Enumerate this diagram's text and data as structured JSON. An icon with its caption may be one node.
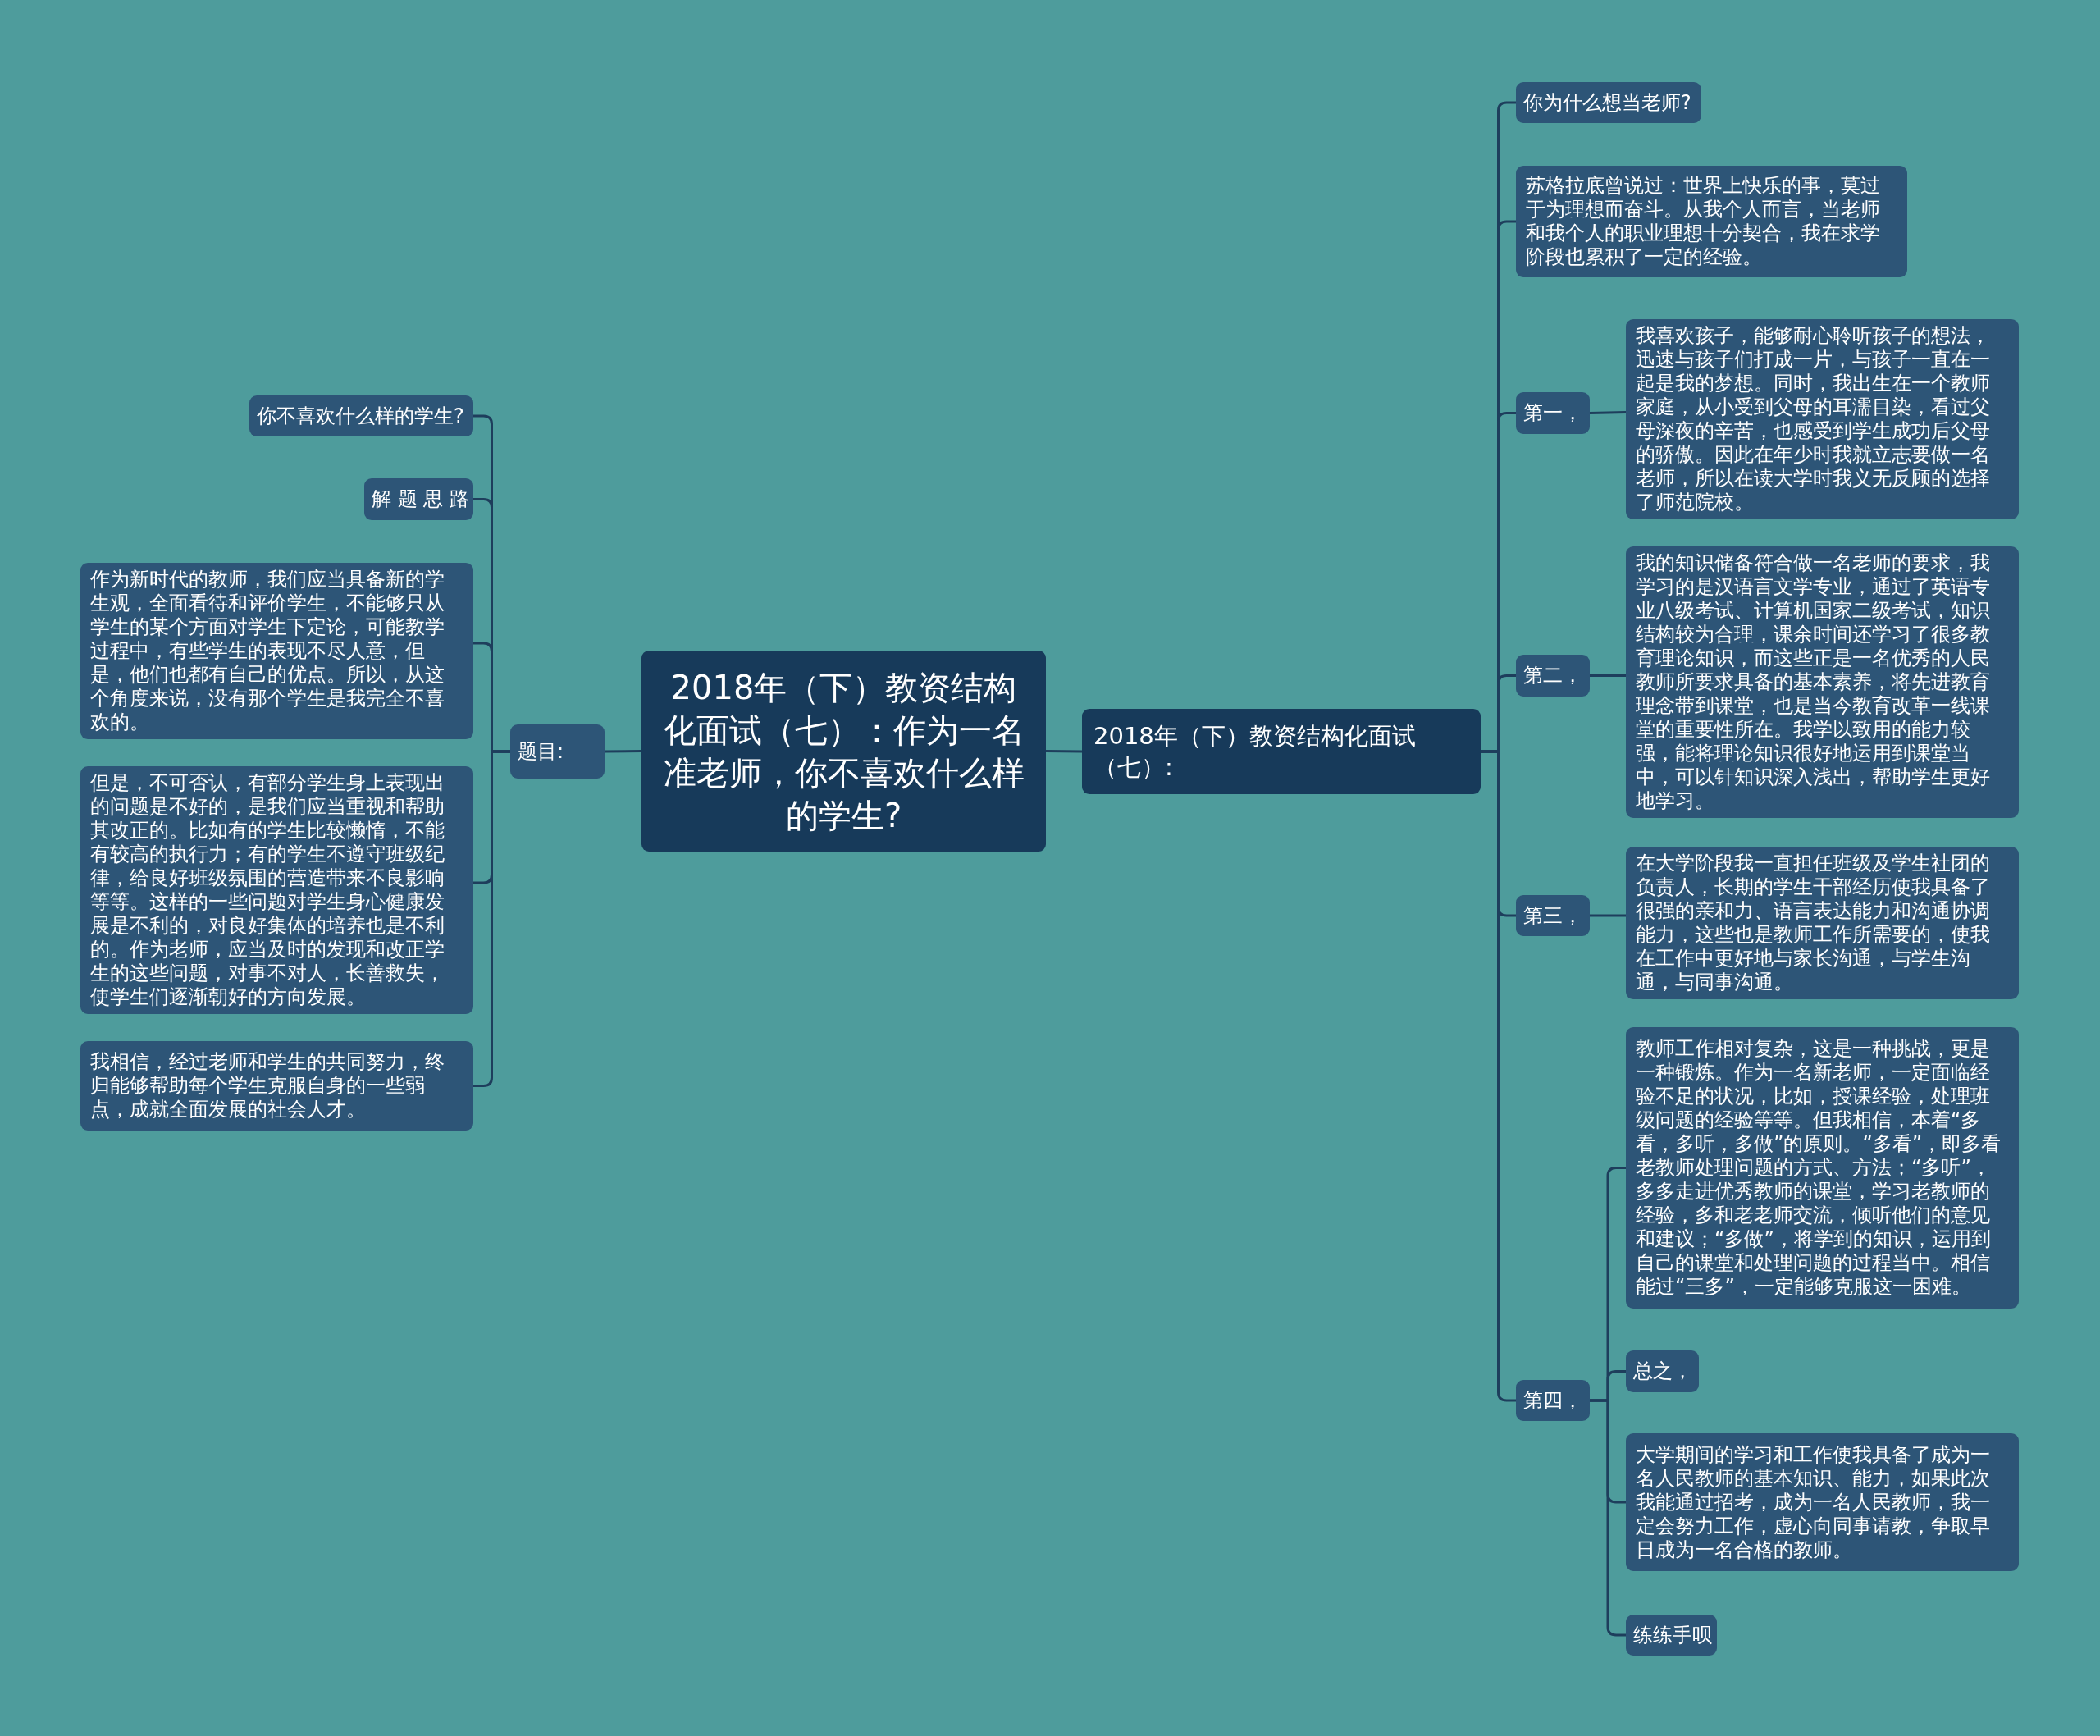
{
  "diagram": {
    "nodes": [
      {
        "text": [
          "2018年（下）教资结构化面试（七）：作为一名准老师，你不喜欢什么样的学生?"
        ]
      },
      {
        "text": [
          "题目:"
        ]
      },
      {
        "text": [
          "你不喜欢什么样的学生?"
        ]
      },
      {
        "text": [
          "解 题 思 路"
        ]
      },
      {
        "text": [
          "作为新时代的教师，我们应当具备新的学生观，全面看待和评价学生，不能够只从学生的某个方面对学生下定论，可能教学过程中，有些学生的表现不尽人意，但是，他们也都有自己的优点。所以，从这个角度来说，没有那个学生是我完全不喜欢的。"
        ]
      },
      {
        "text": [
          "但是，不可否认，有部分学生身上表现出的问题是不好的，是我们应当重视和帮助其改正的。比如有的学生比较懒惰，不能有较高的执行力；有的学生不遵守班级纪律，给良好班级氛围的营造带来不良影响等等。这样的一些问题对学生身心健康发展是不利的，对良好集体的培养也是不利的。作为老师，应当及时的发现和改正学生的这些问题，对事不对人，长善救失，使学生们逐渐朝好的方向发展。"
        ]
      },
      {
        "text": [
          "我相信，经过老师和学生的共同努力，终归能够帮助每个学生克服自身的一些弱点，成就全面发展的社会人才。"
        ]
      },
      {
        "text": [
          "2018年（下）教资结构化面试（七）:"
        ]
      },
      {
        "text": [
          "你为什么想当老师?"
        ]
      },
      {
        "text": [
          "苏格拉底曾说过：世界上快乐的事，莫过于为理想而奋斗。从我个人而言，当老师和我个人的职业理想十分契合，我在求学阶段也累积了一定的经验。"
        ]
      },
      {
        "text": [
          "第一，"
        ]
      },
      {
        "text": [
          "我喜欢孩子，能够耐心聆听孩子的想法，迅速与孩子们打成一片，与孩子一直在一起是我的梦想。同时，我出生在一个教师家庭，从小受到父母的耳濡目染，看过父母深夜的辛苦，也感受到学生成功后父母的骄傲。因此在年少时我就立志要做一名老师，所以在读大学时我义无反顾的选择了师范院校。"
        ]
      },
      {
        "text": [
          "第二，"
        ]
      },
      {
        "text": [
          "我的知识储备符合做一名老师的要求，我学习的是汉语言文学专业，通过了英语专业八级考试、计算机国家二级考试，知识结构较为合理，课余时间还学习了很多教育理论知识，而这些正是一名优秀的人民教师所要求具备的基本素养，将先进教育理念带到课堂，也是当今教育改革一线课堂的重要性所在。我学以致用的能力较强，能将理论知识很好地运用到课堂当中，可以针知识深入浅出，帮助学生更好地学习。"
        ]
      },
      {
        "text": [
          "第三，"
        ]
      },
      {
        "text": [
          "在大学阶段我一直担任班级及学生社团的负责人，长期的学生干部经历使我具备了很强的亲和力、语言表达能力和沟通协调能力，这些也是教师工作所需要的，使我在工作中更好地与家长沟通，与学生沟通，与同事沟通。"
        ]
      },
      {
        "text": [
          "第四，"
        ]
      },
      {
        "text": [
          "教师工作相对复杂，这是一种挑战，更是一种锻炼。作为一名新老师，一定面临经验不足的状况，比如，授课经验，处理班级问题的经验等等。但我相信，本着“多看，多听，多做”的原则。“多看”，即多看老教师处理问题的方式、方法；“多听”，多多走进优秀教师的课堂，学习老教师的经验，多和老老师交流，倾听他们的意见和建议；“多做”，将学到的知识，运用到自己的课堂和处理问题的过程当中。相信能过“三多”，一定能够克服这一困难。"
        ]
      },
      {
        "text": [
          "总之，"
        ]
      },
      {
        "text": [
          "大学期间的学习和工作使我具备了成为一名人民教师的基本知识、能力，如果此次我能通过招考，成为一名人民教师，我一定会努力工作，虚心向同事请教，争取早日成为一名合格的教师。"
        ]
      },
      {
        "text": [
          "练练手呗"
        ]
      }
    ],
    "edges": [
      {
        "from": 0,
        "to": 1,
        "arrow": "none"
      },
      {
        "from": 1,
        "to": 2,
        "arrow": "none"
      },
      {
        "from": 1,
        "to": 3,
        "arrow": "none"
      },
      {
        "from": 1,
        "to": 4,
        "arrow": "none"
      },
      {
        "from": 1,
        "to": 5,
        "arrow": "none"
      },
      {
        "from": 1,
        "to": 6,
        "arrow": "none"
      },
      {
        "from": 0,
        "to": 7,
        "arrow": "none"
      },
      {
        "from": 7,
        "to": 8,
        "arrow": "none"
      },
      {
        "from": 7,
        "to": 9,
        "arrow": "none"
      },
      {
        "from": 7,
        "to": 10,
        "arrow": "none"
      },
      {
        "from": 7,
        "to": 12,
        "arrow": "none"
      },
      {
        "from": 7,
        "to": 14,
        "arrow": "none"
      },
      {
        "from": 7,
        "to": 16,
        "arrow": "none"
      },
      {
        "from": 10,
        "to": 11,
        "arrow": "none"
      },
      {
        "from": 12,
        "to": 13,
        "arrow": "none"
      },
      {
        "from": 14,
        "to": 15,
        "arrow": "none"
      },
      {
        "from": 16,
        "to": 17,
        "arrow": "none"
      },
      {
        "from": 16,
        "to": 18,
        "arrow": "none"
      },
      {
        "from": 16,
        "to": 19,
        "arrow": "none"
      },
      {
        "from": 16,
        "to": 20,
        "arrow": "none"
      }
    ]
  }
}
